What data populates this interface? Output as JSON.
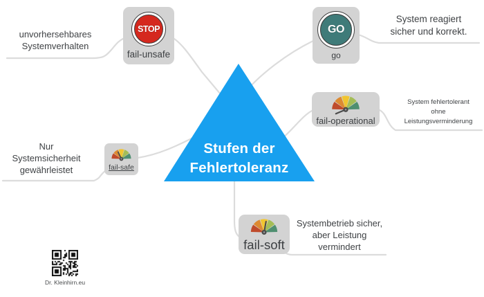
{
  "colors": {
    "triangle": "#18a0ef",
    "card": "#d3d3d3",
    "line": "#dcdcdc",
    "text": "#3f4245",
    "stop_red": "#d5281e",
    "go_teal": "#3f7b79",
    "gauge": [
      "#bf4b2b",
      "#dd8a31",
      "#f1c52f",
      "#a4bd56",
      "#4f8f70"
    ]
  },
  "center": {
    "title": [
      "Stufen der",
      "Fehlertoleranz"
    ]
  },
  "nodes": {
    "fail_unsafe": {
      "label": "fail-unsafe",
      "icon": "stop-sign",
      "icon_text": "STOP",
      "note": [
        "unvorhersehbares",
        "Systemverhalten"
      ]
    },
    "go": {
      "label": "go",
      "icon": "go-sign",
      "icon_text": "GO",
      "note": [
        "System reagiert",
        "sicher und korrekt."
      ]
    },
    "fail_operational": {
      "label": "fail-operational",
      "icon": "gauge",
      "note": [
        "System fehlertolerant",
        "ohne",
        "Leistungsverminderung"
      ]
    },
    "fail_safe": {
      "label": "fail-safe",
      "icon": "gauge",
      "note": [
        "Nur",
        "Systemsicherheit",
        "gewährleistet"
      ]
    },
    "fail_soft": {
      "label": "fail-soft",
      "icon": "gauge",
      "note": [
        "Systembetrieb sicher,",
        "aber Leistung",
        "vermindert"
      ]
    }
  },
  "branding": {
    "caption": "Dr. Kleinhirn.eu",
    "icon": "qr-code"
  }
}
